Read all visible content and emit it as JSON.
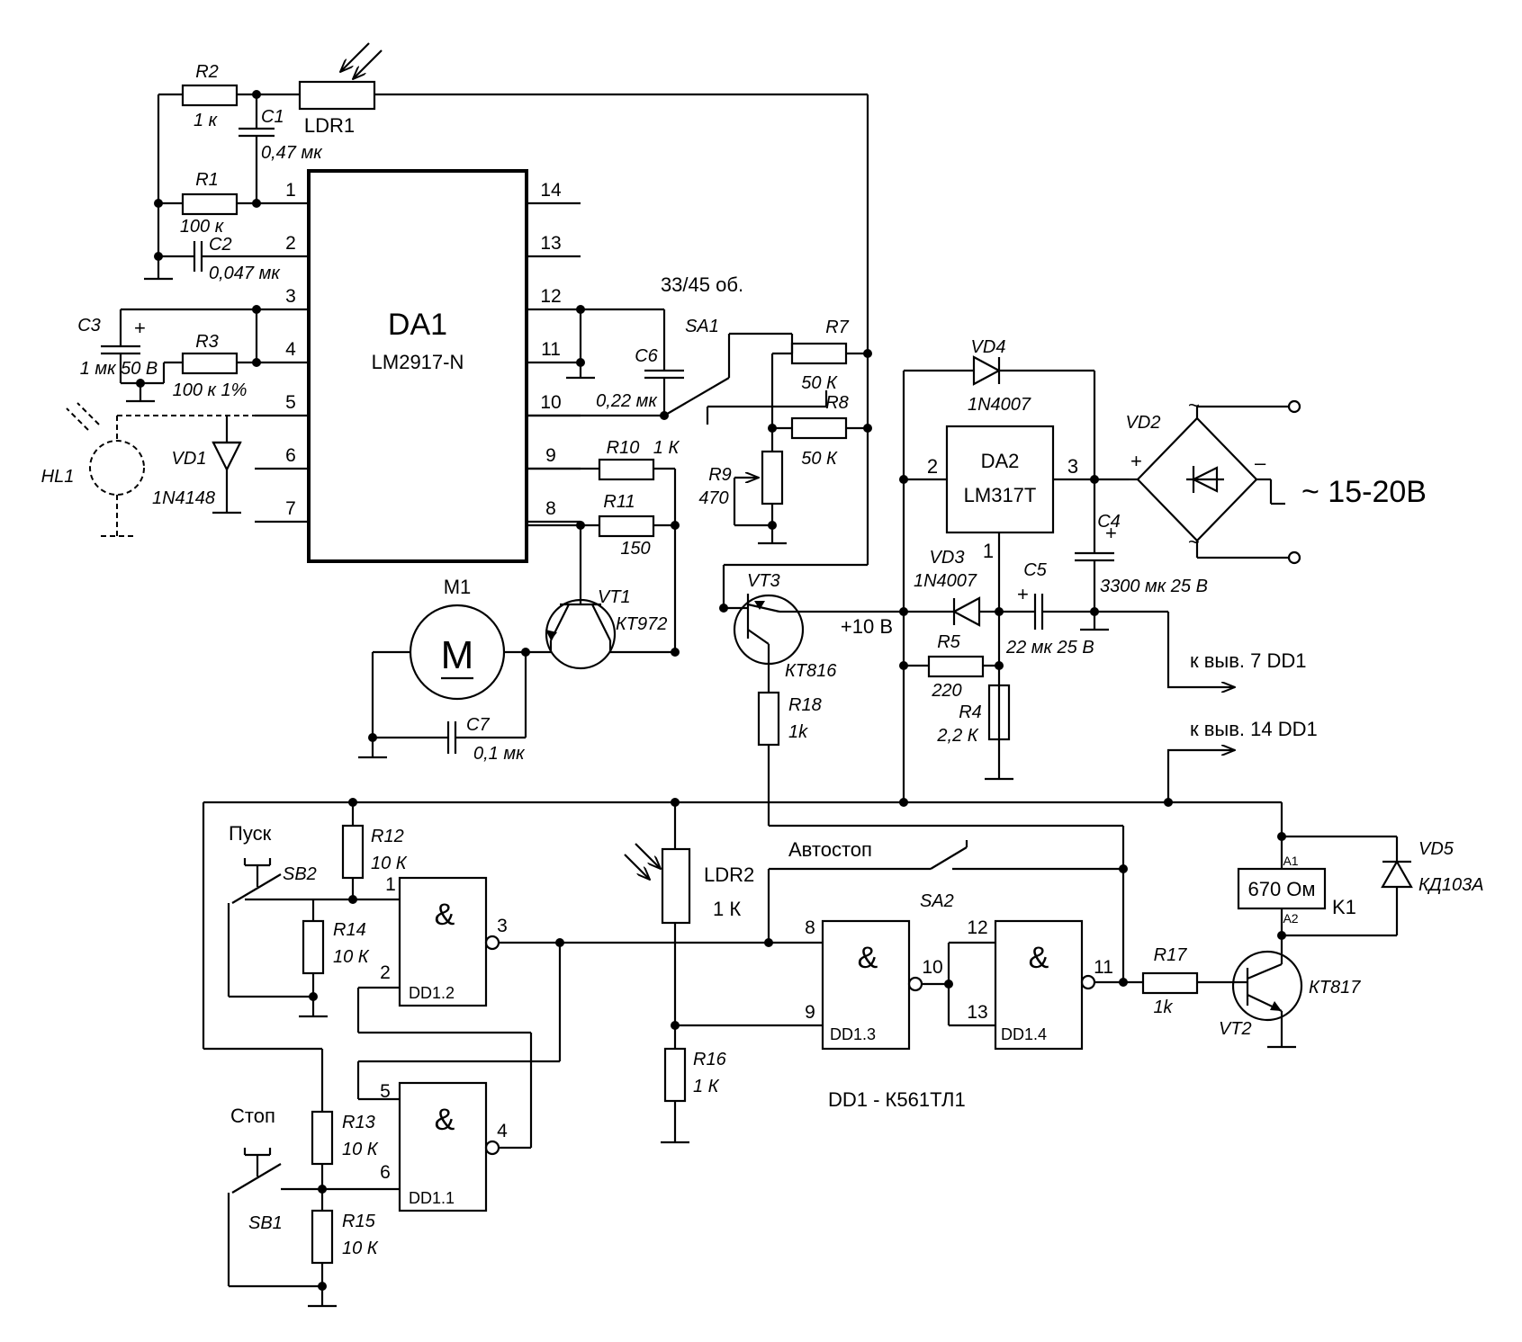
{
  "da1": {
    "ref": "DA1",
    "part": "LM2917-N",
    "pins": [
      "1",
      "2",
      "3",
      "4",
      "5",
      "6",
      "7",
      "8",
      "9",
      "10",
      "11",
      "12",
      "13",
      "14"
    ]
  },
  "da2": {
    "ref": "DA2",
    "part": "LM317T",
    "pin_in": "2",
    "pin_out": "3",
    "pin_adj": "1"
  },
  "resistors": {
    "r1": {
      "ref": "R1",
      "value": "100 к"
    },
    "r2": {
      "ref": "R2",
      "value": "1 к"
    },
    "r3": {
      "ref": "R3",
      "value": "100 к 1%"
    },
    "r4": {
      "ref": "R4",
      "value": "2,2 К"
    },
    "r5": {
      "ref": "R5",
      "value": "220"
    },
    "r7": {
      "ref": "R7",
      "value": "50 К"
    },
    "r8": {
      "ref": "R8",
      "value": "50 К"
    },
    "r9": {
      "ref": "R9",
      "value": "470"
    },
    "r10": {
      "ref": "R10",
      "value": "1 К"
    },
    "r11": {
      "ref": "R11",
      "value": "150"
    },
    "r12": {
      "ref": "R12",
      "value": "10 К"
    },
    "r13": {
      "ref": "R13",
      "value": "10 К"
    },
    "r14": {
      "ref": "R14",
      "value": "10 К"
    },
    "r15": {
      "ref": "R15",
      "value": "10 К"
    },
    "r16": {
      "ref": "R16",
      "value": "1 К"
    },
    "r17": {
      "ref": "R17",
      "value": "1k"
    },
    "r18": {
      "ref": "R18",
      "value": "1k"
    }
  },
  "capacitors": {
    "c1": {
      "ref": "C1",
      "value": "0,47 мк"
    },
    "c2": {
      "ref": "C2",
      "value": "0,047 мк"
    },
    "c3": {
      "ref": "C3",
      "value": "1 мк 50 В"
    },
    "c4": {
      "ref": "C4",
      "value": "3300 мк 25 В"
    },
    "c5": {
      "ref": "C5",
      "value": "22 мк 25 В"
    },
    "c6": {
      "ref": "C6",
      "value": "0,22 мк"
    },
    "c7": {
      "ref": "C7",
      "value": "0,1 мк"
    }
  },
  "diodes": {
    "vd1": {
      "ref": "VD1",
      "part": "1N4148"
    },
    "vd2": {
      "ref": "VD2"
    },
    "vd3": {
      "ref": "VD3",
      "part": "1N4007"
    },
    "vd4": {
      "ref": "VD4",
      "part": "1N4007"
    },
    "vd5": {
      "ref": "VD5",
      "part": "КД103А"
    }
  },
  "transistors": {
    "vt1": {
      "ref": "VT1",
      "part": "КТ972"
    },
    "vt2": {
      "ref": "VT2",
      "part": "КТ817"
    },
    "vt3": {
      "ref": "VT3",
      "part": "КТ816"
    }
  },
  "ldr1": {
    "ref": "LDR1"
  },
  "ldr2": {
    "ref": "LDR2",
    "value": "1 К"
  },
  "hl1": {
    "ref": "HL1"
  },
  "m1": {
    "ref": "M1",
    "symbol": "M"
  },
  "relay": {
    "ref": "K1",
    "value": "670 Ом",
    "a1": "A1",
    "a2": "A2"
  },
  "switches": {
    "sa1": {
      "ref": "SA1",
      "label": "33/45 об."
    },
    "sa2": {
      "ref": "SA2",
      "label": "Автостоп"
    },
    "sb1": {
      "ref": "SB1",
      "label": "Стоп"
    },
    "sb2": {
      "ref": "SB2",
      "label": "Пуск"
    }
  },
  "gates": {
    "dd11": {
      "ref": "DD1.1",
      "pins": [
        "5",
        "6",
        "4"
      ]
    },
    "dd12": {
      "ref": "DD1.2",
      "pins": [
        "1",
        "2",
        "3"
      ]
    },
    "dd13": {
      "ref": "DD1.3",
      "pins": [
        "8",
        "9",
        "10"
      ]
    },
    "dd14": {
      "ref": "DD1.4",
      "pins": [
        "12",
        "13",
        "11"
      ]
    },
    "symbol": "&",
    "note": "DD1 - К561ТЛ1"
  },
  "supply": {
    "v10": "+10 В",
    "input": "~ 15-20В",
    "to7": "к выв. 7 DD1",
    "to14": "к выв. 14 DD1",
    "plus": "+",
    "minus": "–",
    "tilde": "~"
  }
}
